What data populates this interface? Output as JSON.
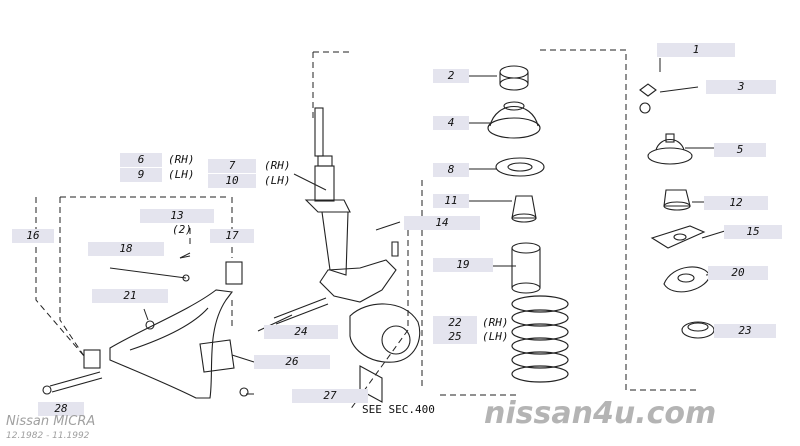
{
  "diagram": {
    "labels": {
      "p1": "1",
      "p2": "2",
      "p3": "3",
      "p4": "4",
      "p5": "5",
      "p6": "6",
      "p7": "7",
      "p8": "8",
      "p9": "9",
      "p10": "10",
      "p11": "11",
      "p12": "12",
      "p13": "13",
      "p14": "14",
      "p15": "15",
      "p16": "16",
      "p17": "17",
      "p18": "18",
      "p19": "19",
      "p20": "20",
      "p21": "21",
      "p22": "22",
      "p23": "23",
      "p24": "24",
      "p25": "25",
      "p26": "26",
      "p27": "27",
      "p28": "28"
    },
    "side": {
      "rh": "(RH)",
      "lh": "(LH)"
    },
    "note13": "(2)",
    "see_sec": "SEE SEC.400"
  },
  "footer": {
    "model": "Nissan MICRA",
    "years": "12.1982  -  11.1992",
    "watermark": "nissan4u.com"
  },
  "colors": {
    "line": "#222222",
    "label_bg": "#e4e4ee",
    "watermark": "#b4b4b4"
  }
}
